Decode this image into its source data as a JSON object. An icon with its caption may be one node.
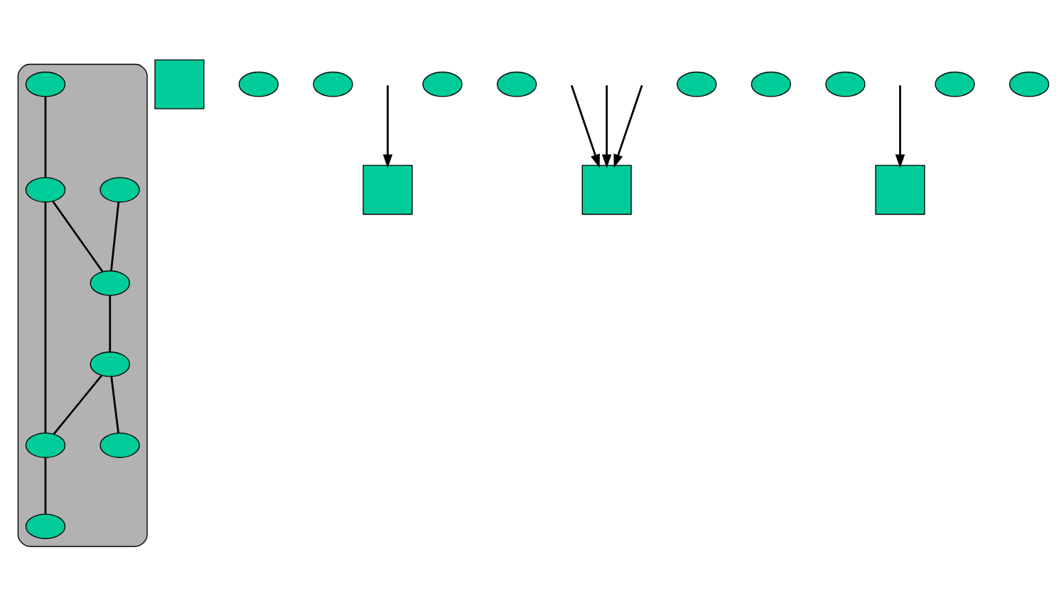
{
  "diagram": {
    "nodes": [
      {
        "text": [],
        "shape": "cloud"
      },
      {
        "text": [],
        "shape": "box"
      },
      {
        "text": [],
        "shape": "ellipse"
      },
      {
        "text": [],
        "shape": "ellipse"
      },
      {
        "text": [],
        "shape": "ellipse",
        "in": 0
      },
      {
        "text": [],
        "shape": "box"
      },
      {
        "text": [],
        "shape": "ellipse",
        "in": 0
      },
      {
        "text": [],
        "shape": "ellipse"
      },
      {
        "text": [],
        "shape": "ellipse"
      },
      {
        "text": [],
        "shape": "ellipse",
        "in": 0
      },
      {
        "text": [],
        "shape": "box"
      },
      {
        "text": [],
        "shape": "ellipse",
        "in": 0
      },
      {
        "text": [],
        "shape": "ellipse",
        "in": 0
      },
      {
        "text": [],
        "shape": "ellipse",
        "in": 0
      },
      {
        "text": [],
        "shape": "ellipse",
        "in": 0
      },
      {
        "text": [],
        "shape": "ellipse"
      },
      {
        "text": [],
        "shape": "ellipse"
      },
      {
        "text": [],
        "shape": "ellipse"
      },
      {
        "text": [],
        "shape": "ellipse",
        "in": 0
      },
      {
        "text": [],
        "shape": "box"
      },
      {
        "text": [],
        "shape": "ellipse"
      },
      {
        "text": [],
        "shape": "ellipse"
      }
    ],
    "edges": [
      {
        "from": 4,
        "to": 9,
        "arrow": "none"
      },
      {
        "from": 6,
        "to": 12,
        "arrow": "none"
      },
      {
        "from": 12,
        "to": 9,
        "arrow": "none"
      },
      {
        "from": 9,
        "to": 11,
        "arrow": "none"
      },
      {
        "from": 11,
        "to": 13,
        "arrow": "none"
      },
      {
        "from": 12,
        "to": 14,
        "arrow": "none"
      },
      {
        "from": 11,
        "to": 14,
        "arrow": "none"
      },
      {
        "from": 14,
        "to": 18,
        "arrow": "none"
      },
      {
        "from": null,
        "to": 5,
        "arrow": "to"
      },
      {
        "from": null,
        "to": 10,
        "arrow": "to"
      },
      {
        "from": null,
        "to": 10,
        "arrow": "to"
      },
      {
        "from": null,
        "to": 10,
        "arrow": "to"
      },
      {
        "from": null,
        "to": 19,
        "arrow": "to"
      }
    ]
  }
}
